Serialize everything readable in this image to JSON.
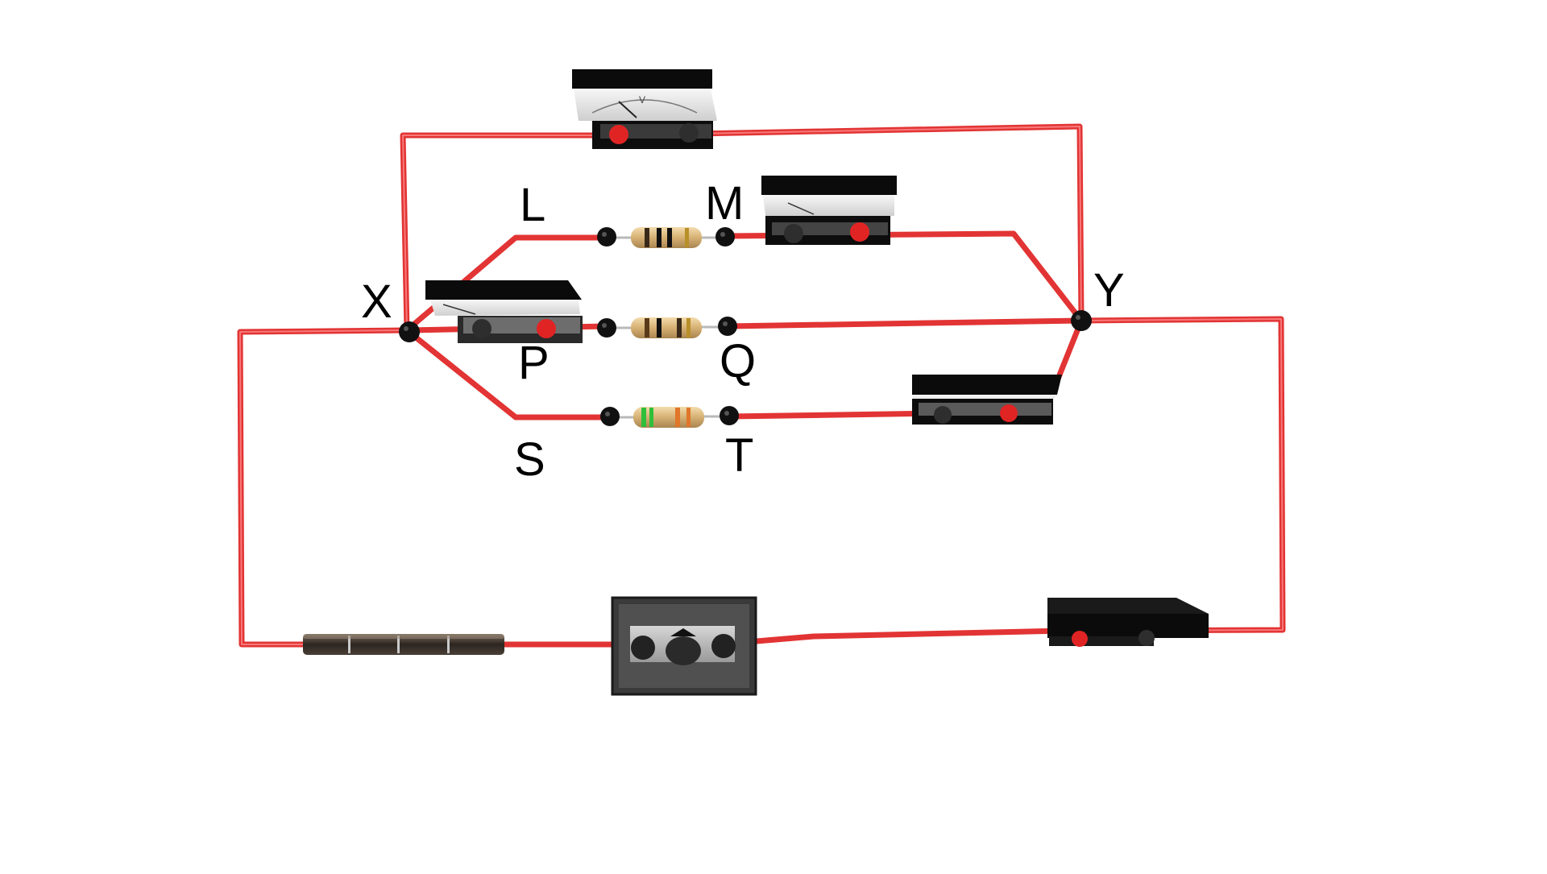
{
  "diagram": {
    "labels": {
      "x": "X",
      "y": "Y",
      "l": "L",
      "m": "M",
      "p": "P",
      "q": "Q",
      "s": "S",
      "t": "T"
    },
    "voltmeter_symbol": "V",
    "colors": {
      "wire": "#e23434",
      "terminal": "#111111",
      "meter_body": "#0d0d0d",
      "resistor_body": "#d9b57c"
    },
    "components": [
      "voltmeter",
      "ammeter-top-branch",
      "ammeter-middle-branch",
      "ammeter-bottom-branch",
      "resistor-lm",
      "resistor-pq",
      "resistor-st",
      "battery",
      "switch",
      "main-ammeter"
    ]
  }
}
